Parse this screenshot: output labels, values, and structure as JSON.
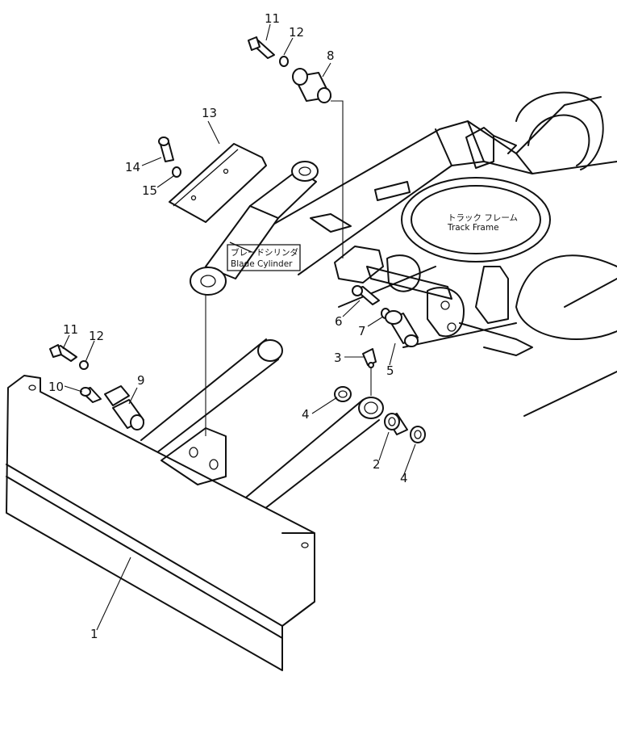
{
  "labels": {
    "p1": "1",
    "p2": "2",
    "p3": "3",
    "p4a": "4",
    "p4b": "4",
    "p5": "5",
    "p6": "6",
    "p7": "7",
    "p8": "8",
    "p9": "9",
    "p10": "10",
    "p11a": "11",
    "p11b": "11",
    "p12a": "12",
    "p12b": "12",
    "p13": "13",
    "p14": "14",
    "p15": "15"
  },
  "callouts": {
    "track_frame_jp": "トラック フレーム",
    "track_frame_en": "Track Frame",
    "blade_cylinder_jp": "ブレードシリンダ",
    "blade_cylinder_en": "Blade Cylinder"
  }
}
